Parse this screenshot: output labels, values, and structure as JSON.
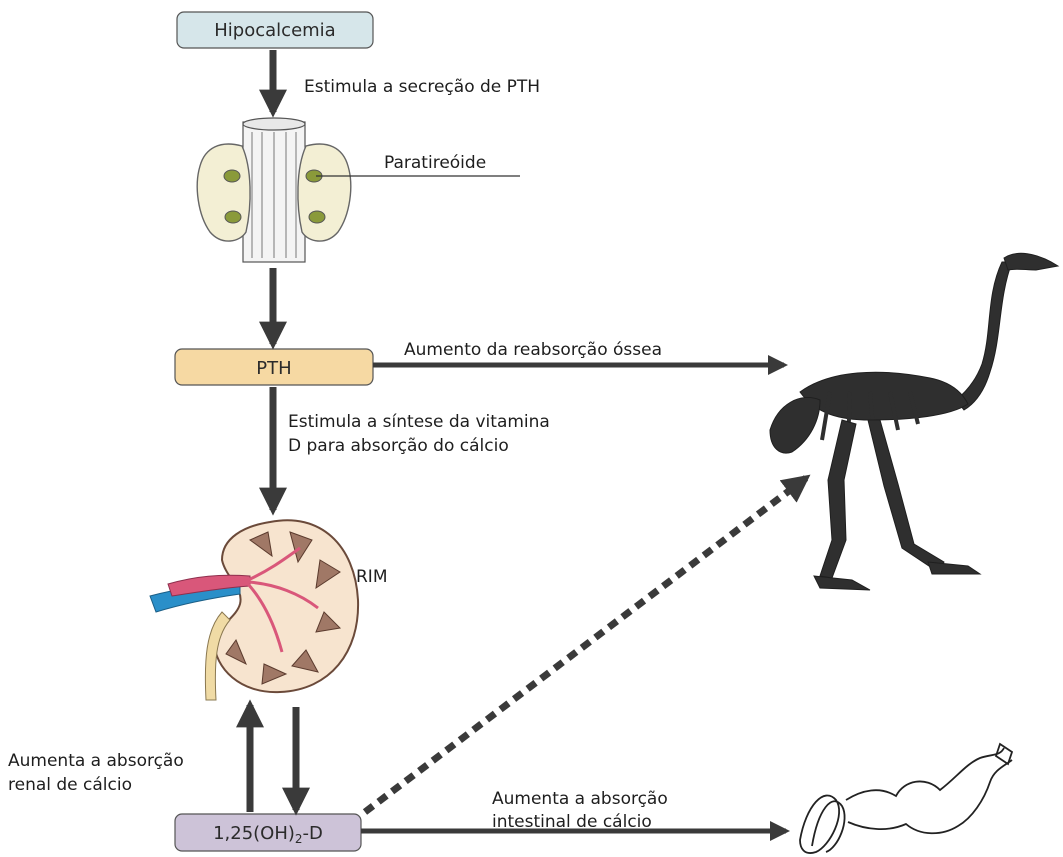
{
  "nodes": {
    "hypocalcemia": "Hipocalcemia",
    "pth": "PTH",
    "calcitriol_main": "1,25(OH)",
    "calcitriol_sub": "2",
    "calcitriol_tail": "-D"
  },
  "labels": {
    "stimulates_pth": "Estimula a secreção de PTH",
    "parathyroid": "Paratireóide",
    "bone_resorption": "Aumento da reabsorção óssea",
    "vitd_line1": "Estimula a síntese da vitamina",
    "vitd_line2": "D para absorção do cálcio",
    "kidney": "RIM",
    "renal_line1": "Aumenta a absorção",
    "renal_line2": "renal de cálcio",
    "intestinal_line1": "Aumenta a absorção",
    "intestinal_line2": "intestinal de cálcio"
  },
  "colors": {
    "hypocalcemia_fill": "#d6e6ea",
    "pth_fill": "#f6d9a3",
    "calcitriol_fill": "#cdc3d8",
    "arrow": "#3a3a3a",
    "gland": "#f3efd4",
    "kidney_cortex": "#f7e4cf",
    "kidney_pyramid": "#a07866",
    "artery": "#d9577a",
    "vein": "#2a8fc9",
    "ureter": "#f0dba5"
  }
}
